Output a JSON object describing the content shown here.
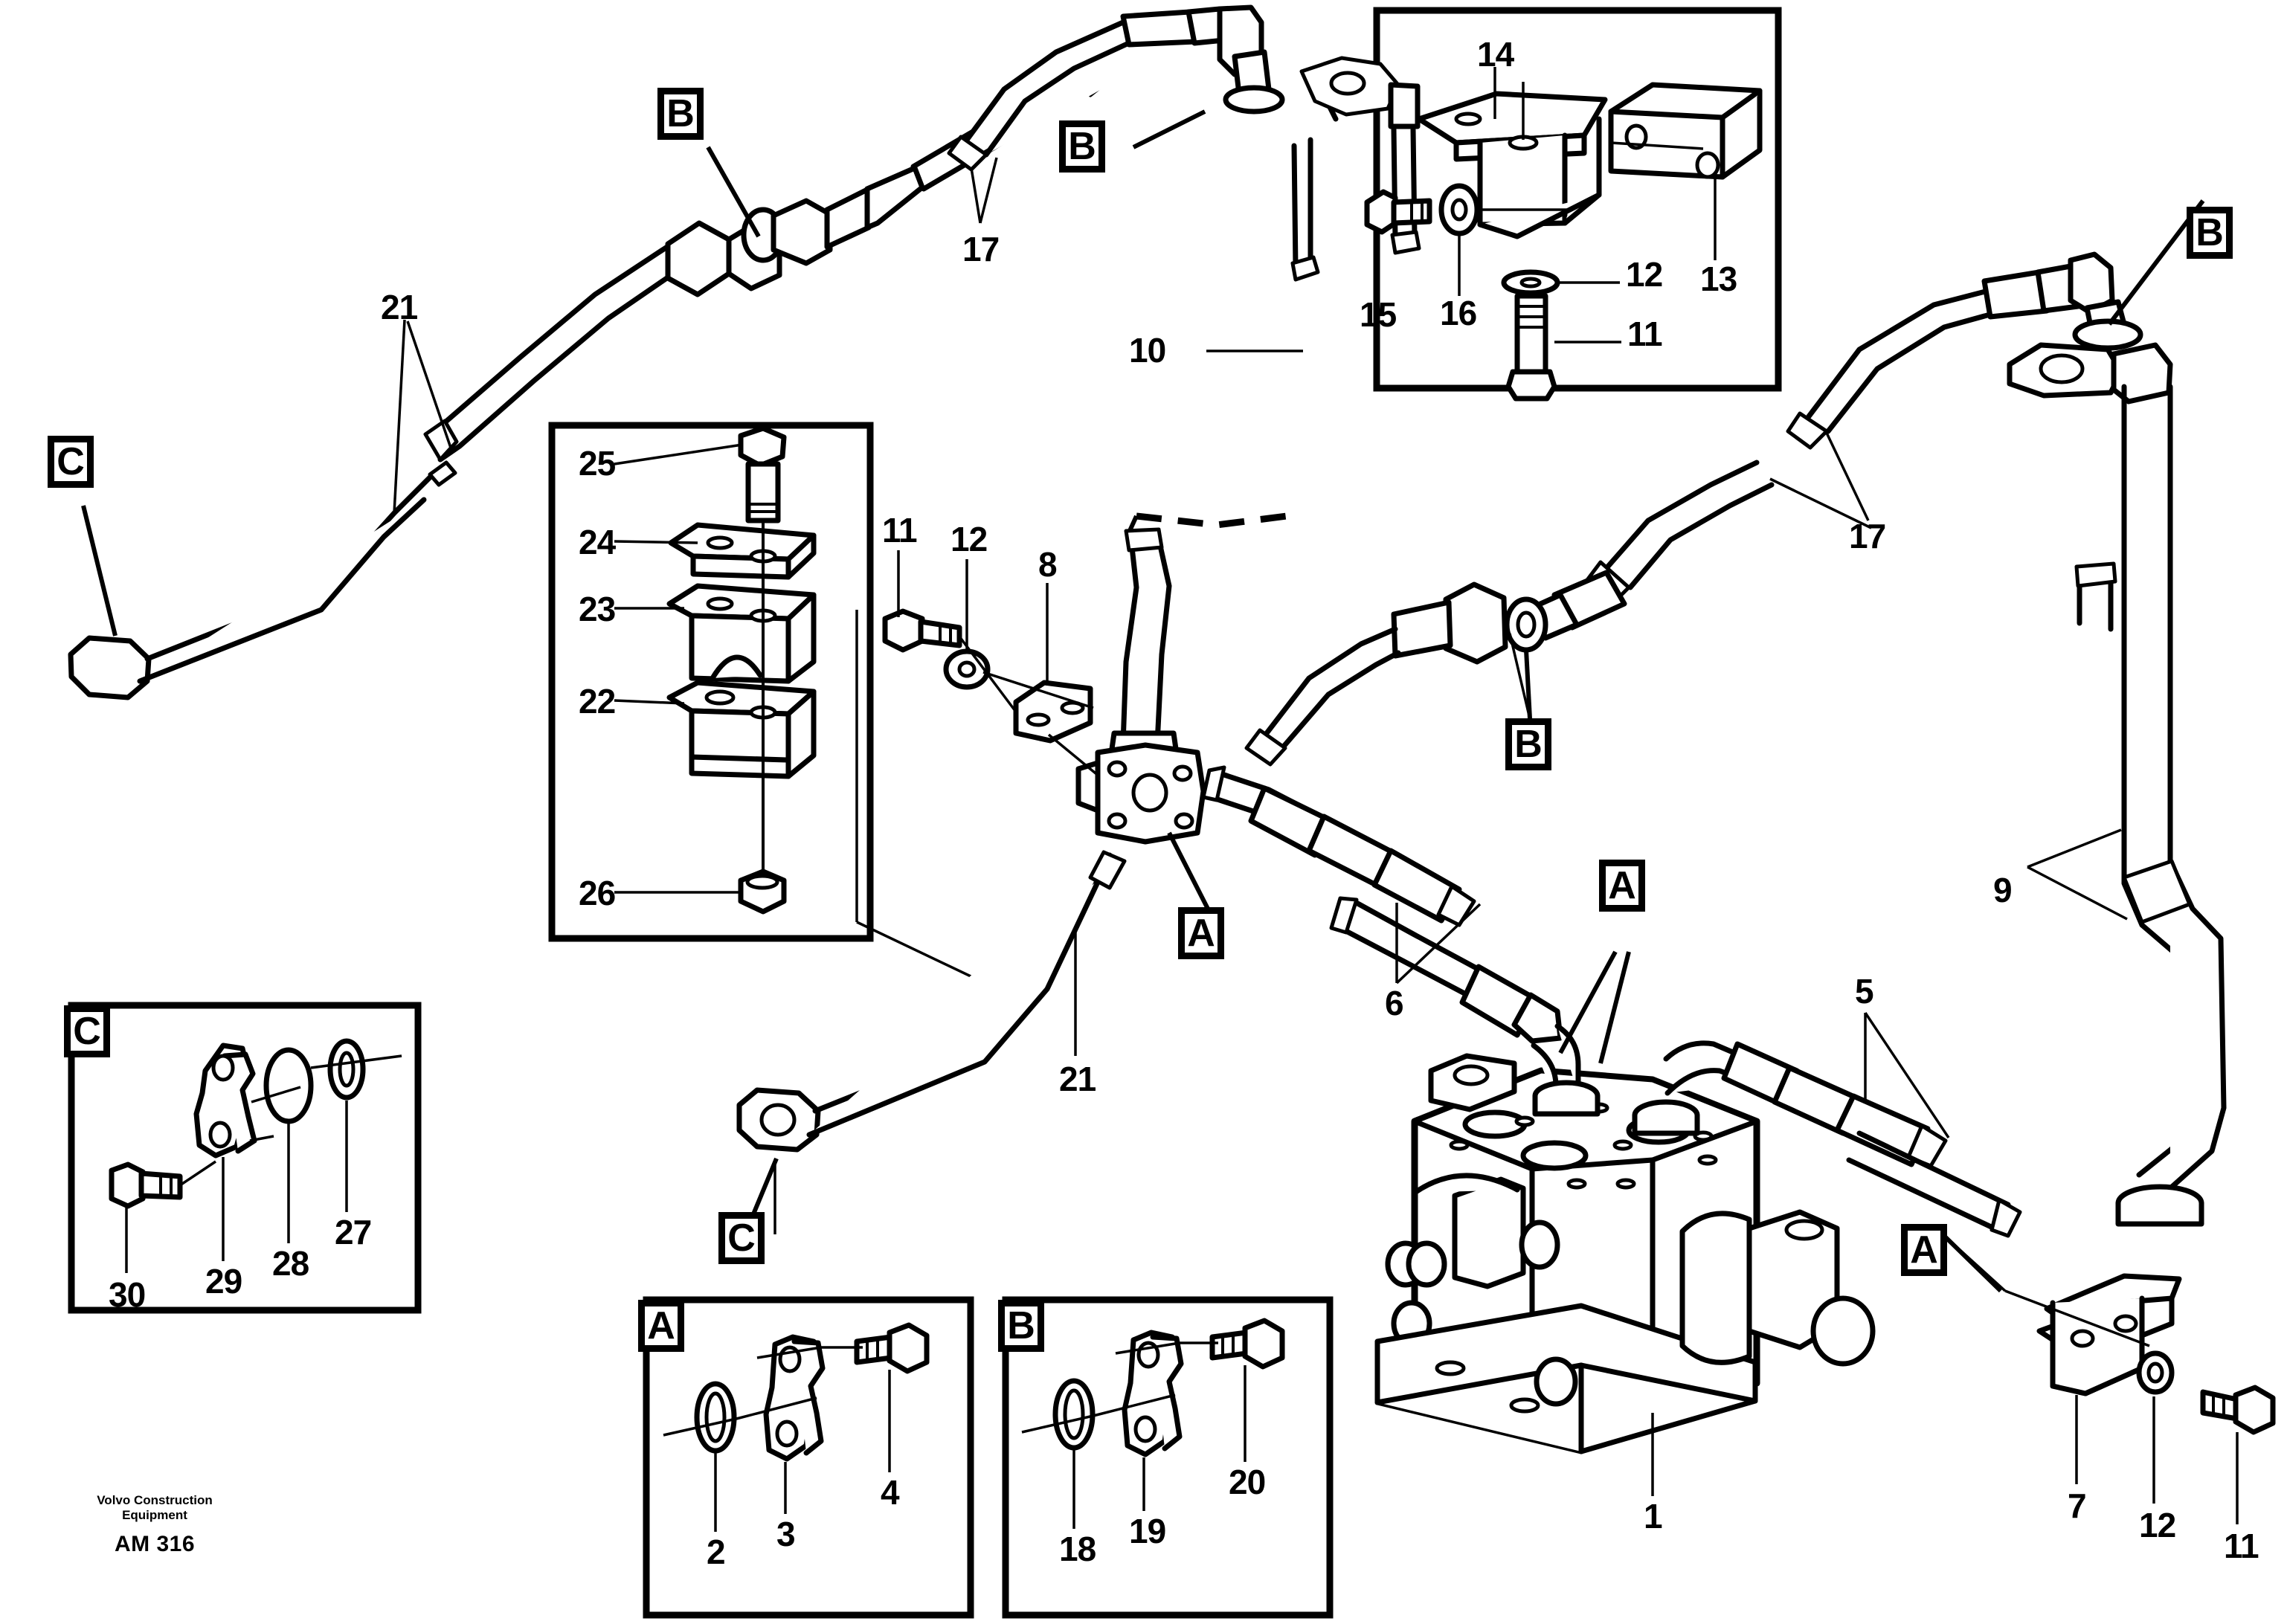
{
  "document": {
    "code": "AM 316",
    "brand_line1": "Volvo Construction",
    "brand_line2": "Equipment"
  },
  "colors": {
    "ink": "#000000",
    "paper": "#ffffff"
  },
  "reference_tags": [
    {
      "id": "tag-b-top-left",
      "letter": "B"
    },
    {
      "id": "tag-b-top-mid",
      "letter": "B"
    },
    {
      "id": "tag-c-left",
      "letter": "C"
    },
    {
      "id": "tag-b-top-right",
      "letter": "B"
    },
    {
      "id": "tag-b-mid-right",
      "letter": "B"
    },
    {
      "id": "tag-a-center",
      "letter": "A"
    },
    {
      "id": "tag-a-valve",
      "letter": "A"
    },
    {
      "id": "tag-c-center",
      "letter": "C"
    },
    {
      "id": "tag-a-lower-right",
      "letter": "A"
    },
    {
      "id": "tag-c-inset",
      "letter": "C"
    },
    {
      "id": "tag-a-inset",
      "letter": "A"
    },
    {
      "id": "tag-b-inset",
      "letter": "B"
    }
  ],
  "callouts": [
    {
      "id": "callout-21-upper",
      "number": "21"
    },
    {
      "id": "callout-17-upper",
      "number": "17"
    },
    {
      "id": "callout-14",
      "number": "14"
    },
    {
      "id": "callout-12-inset",
      "number": "12"
    },
    {
      "id": "callout-13",
      "number": "13"
    },
    {
      "id": "callout-15",
      "number": "15"
    },
    {
      "id": "callout-16",
      "number": "16"
    },
    {
      "id": "callout-11-inset",
      "number": "11"
    },
    {
      "id": "callout-10",
      "number": "10"
    },
    {
      "id": "callout-17-right",
      "number": "17"
    },
    {
      "id": "callout-9",
      "number": "9"
    },
    {
      "id": "callout-25",
      "number": "25"
    },
    {
      "id": "callout-24",
      "number": "24"
    },
    {
      "id": "callout-23",
      "number": "23"
    },
    {
      "id": "callout-22",
      "number": "22"
    },
    {
      "id": "callout-26",
      "number": "26"
    },
    {
      "id": "callout-11-center",
      "number": "11"
    },
    {
      "id": "callout-12-center",
      "number": "12"
    },
    {
      "id": "callout-8",
      "number": "8"
    },
    {
      "id": "callout-6",
      "number": "6"
    },
    {
      "id": "callout-5",
      "number": "5"
    },
    {
      "id": "callout-21-lower",
      "number": "21"
    },
    {
      "id": "callout-1",
      "number": "1"
    },
    {
      "id": "callout-7",
      "number": "7"
    },
    {
      "id": "callout-12-lower",
      "number": "12"
    },
    {
      "id": "callout-11-lower",
      "number": "11"
    },
    {
      "id": "callout-30",
      "number": "30"
    },
    {
      "id": "callout-29",
      "number": "29"
    },
    {
      "id": "callout-28",
      "number": "28"
    },
    {
      "id": "callout-27",
      "number": "27"
    },
    {
      "id": "callout-2",
      "number": "2"
    },
    {
      "id": "callout-3",
      "number": "3"
    },
    {
      "id": "callout-4",
      "number": "4"
    },
    {
      "id": "callout-18",
      "number": "18"
    },
    {
      "id": "callout-19",
      "number": "19"
    },
    {
      "id": "callout-20",
      "number": "20"
    }
  ],
  "insets": {
    "bracket_inset": {
      "items": [
        "14",
        "12",
        "13",
        "15",
        "16",
        "11"
      ]
    },
    "clamp_inset": {
      "items": [
        "25",
        "24",
        "23",
        "22",
        "26"
      ]
    },
    "c_inset": {
      "letter": "C",
      "items": [
        "30",
        "29",
        "28",
        "27"
      ]
    },
    "a_inset": {
      "letter": "A",
      "items": [
        "2",
        "3",
        "4"
      ]
    },
    "b_inset": {
      "letter": "B",
      "items": [
        "18",
        "19",
        "20"
      ]
    }
  }
}
